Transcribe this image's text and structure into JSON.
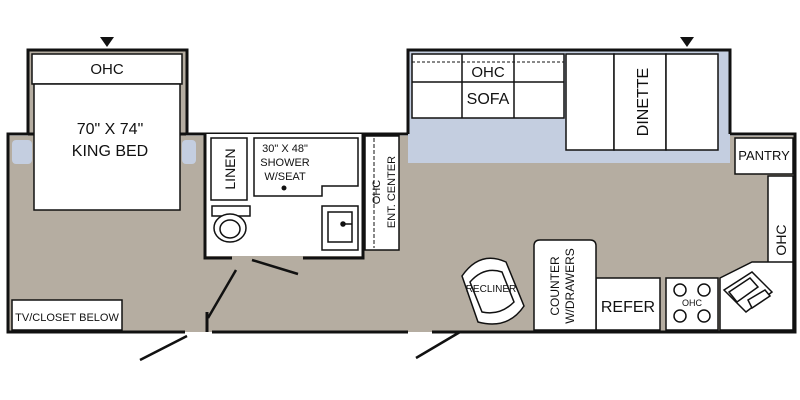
{
  "colors": {
    "floor": "#b5ada1",
    "slideout": "#c4cee0",
    "wall": "#111111",
    "furniture": "#ffffff",
    "background": "#ffffff"
  },
  "labels": {
    "bedroom_ohc": "OHC",
    "bed_size": "70\" X 74\"",
    "bed_name": "KING BED",
    "linen": "LINEN",
    "shower_size": "30\" X 48\"",
    "shower_name": "SHOWER",
    "shower_seat": "W/SEAT",
    "ohc_ent_1": "OHC",
    "ohc_ent_2": "ENT. CENTER",
    "sofa_ohc": "OHC",
    "sofa": "SOFA",
    "dinette": "DINETTE",
    "pantry": "PANTRY",
    "kitchen_ohc": "OHC",
    "recliner": "RECLINER",
    "counter_1": "COUNTER",
    "counter_2": "W/DRAWERS",
    "refer": "REFER",
    "range_ohc": "OHC",
    "tv_closet": "TV/CLOSET BELOW"
  },
  "icons": {
    "slide_marker_left": "triangle-down",
    "slide_marker_right": "triangle-down"
  }
}
